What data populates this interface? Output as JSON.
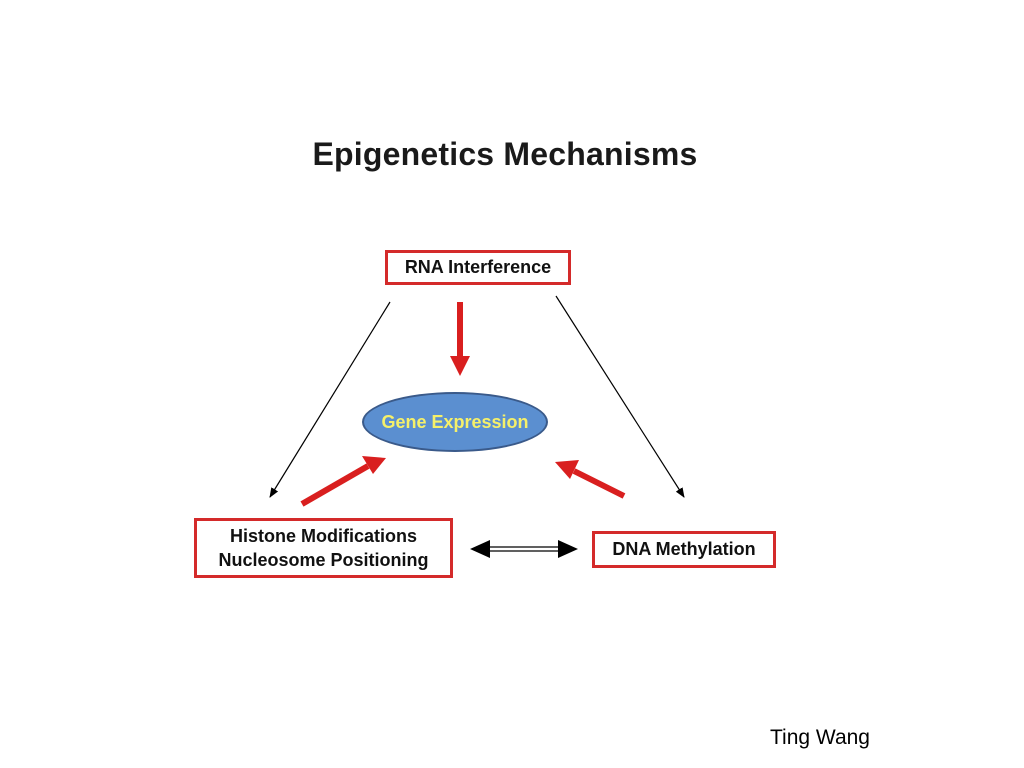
{
  "title": "Epigenetics Mechanisms",
  "nodes": {
    "rna_interference": "RNA Interference",
    "gene_expression": "Gene Expression",
    "histone_line1": "Histone Modifications",
    "histone_line2": "Nucleosome Positioning",
    "dna_methylation": "DNA Methylation"
  },
  "credit": "Ting Wang",
  "colors": {
    "box_border": "#d42a2a",
    "red_arrow": "#d91f1f",
    "ellipse_fill": "#5b8fd0",
    "ellipse_text": "#f5f06a"
  }
}
